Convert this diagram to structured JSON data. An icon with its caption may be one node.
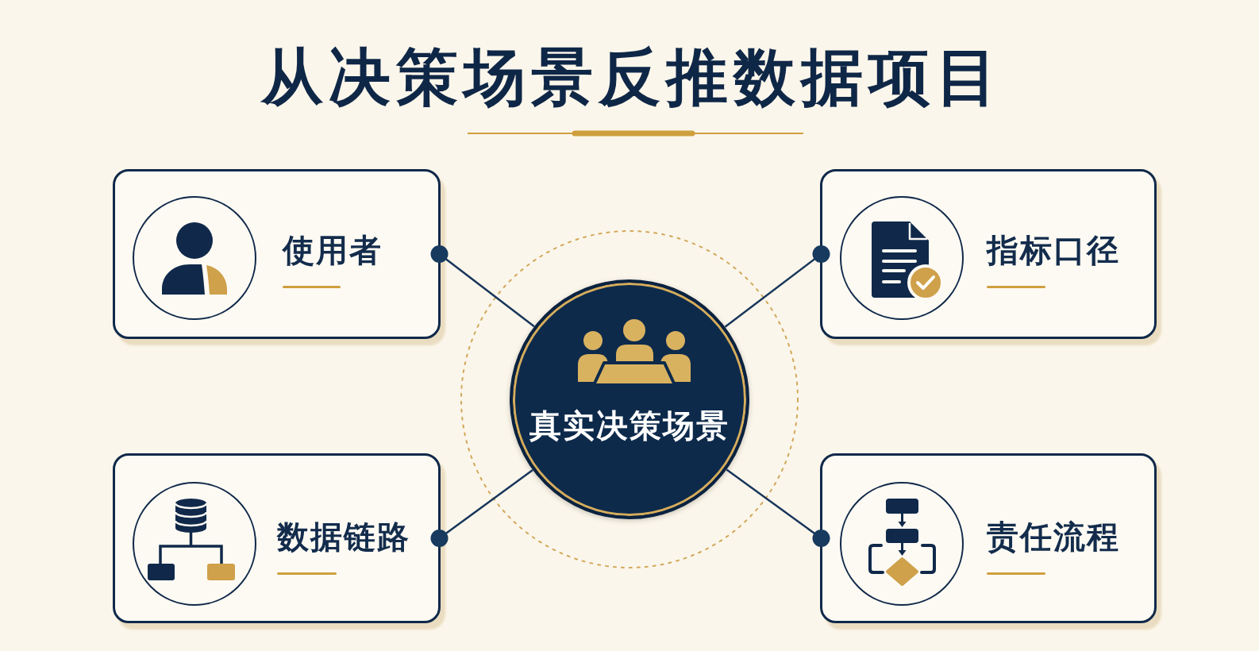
{
  "diagram": {
    "title": "从决策场景反推数据项目",
    "nodes": [
      {
        "text": [
          "使用者"
        ]
      },
      {
        "text": [
          "指标口径"
        ]
      },
      {
        "text": [
          "真实决策场景"
        ]
      },
      {
        "text": [
          "数据链路"
        ]
      },
      {
        "text": [
          "责任流程"
        ]
      }
    ],
    "edges": [
      {
        "from": 0,
        "to": 2,
        "arrow": "other"
      },
      {
        "from": 1,
        "to": 2,
        "arrow": "other"
      },
      {
        "from": 3,
        "to": 2,
        "arrow": "other"
      },
      {
        "from": 4,
        "to": 2,
        "arrow": "other"
      }
    ]
  }
}
